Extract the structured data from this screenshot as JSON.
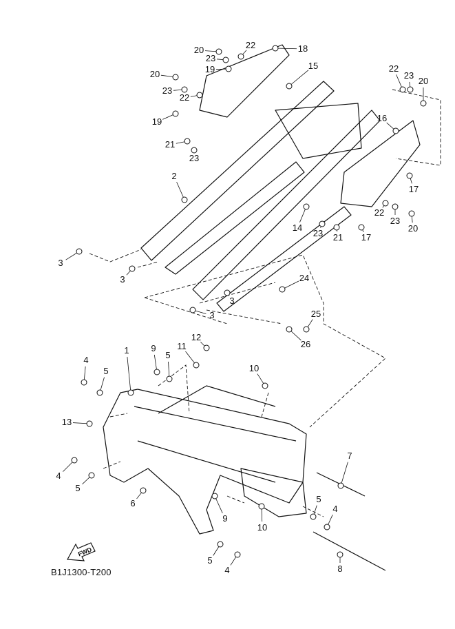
{
  "diagram": {
    "callouts": [
      "20",
      "23",
      "22",
      "18",
      "19",
      "15",
      "20",
      "23",
      "22",
      "19",
      "21",
      "23",
      "22",
      "23",
      "20",
      "16",
      "17",
      "2",
      "14",
      "23",
      "21",
      "17",
      "22",
      "23",
      "20",
      "3",
      "3",
      "3",
      "3",
      "24",
      "25",
      "26",
      "12",
      "9",
      "11",
      "5",
      "1",
      "4",
      "5",
      "10",
      "13",
      "4",
      "5",
      "6",
      "9",
      "10",
      "7",
      "5",
      "4",
      "5",
      "4",
      "8"
    ],
    "fwd_label": "FWD",
    "diagram_code": "B1J1300-T200"
  },
  "colors": {
    "line": "#111111",
    "background": "#ffffff"
  }
}
